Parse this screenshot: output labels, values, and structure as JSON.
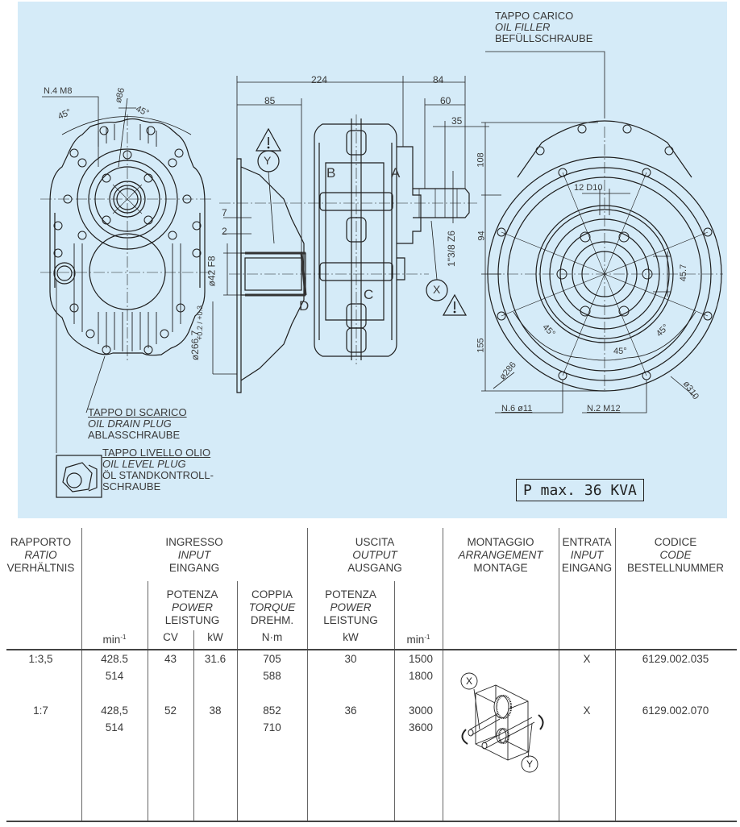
{
  "drawing": {
    "labels": {
      "oil_filler": {
        "it": "TAPPO CARICO",
        "en": "OIL FILLER",
        "de": "BEFÜLLSCHRAUBE"
      },
      "oil_drain": {
        "it": "TAPPO DI SCARICO",
        "en": "OIL DRAIN PLUG",
        "de": "ABLASSCHRAUBE"
      },
      "oil_level": {
        "it": "TAPPO LIVELLO OLIO",
        "en": "OIL LEVEL PLUG",
        "de1": "ÖL STANDKONTROLL-",
        "de2": "SCHRAUBE"
      }
    },
    "dimensions": {
      "bolt_spec_front": "N.4 M8",
      "dia_86": "ø86",
      "angle_left": "45°",
      "angle_right": "45°",
      "len_224": "224",
      "len_85": "85",
      "len_84": "84",
      "len_60": "60",
      "len_35": "35",
      "len_7": "7",
      "len_2": "2",
      "bore_42": "ø42 F8",
      "dia_266": "ø266.7",
      "tol": "+0.2 / +0.3",
      "spline": "1\"3/8 Z6",
      "h_108": "108",
      "h_94": "94",
      "h_155": "155",
      "key_12": "12 D10",
      "key_45_7": "45.7",
      "dia_286": "ø286",
      "dia_310": "ø310",
      "holes_n6": "N.6 ø11",
      "holes_n2": "N.2 M12",
      "angle_a": "45°",
      "angle_b": "45°",
      "angle_c": "45°"
    },
    "markers": {
      "x": "X",
      "y": "Y",
      "a": "A",
      "b": "B",
      "c": "C",
      "d": "D"
    },
    "power_max": "P max. 36 KVA"
  },
  "table": {
    "headers": {
      "ratio": {
        "it": "RAPPORTO",
        "en": "RATIO",
        "de": "VERHÄLTNIS"
      },
      "input": {
        "it": "INGRESSO",
        "en": "INPUT",
        "de": "EINGANG"
      },
      "output": {
        "it": "USCITA",
        "en": "OUTPUT",
        "de": "AUSGANG"
      },
      "arrangement": {
        "it": "MONTAGGIO",
        "en": "ARRANGEMENT",
        "de": "MONTAGE"
      },
      "entry": {
        "it": "ENTRATA",
        "en": "INPUT",
        "de": "EINGANG"
      },
      "code": {
        "it": "CODICE",
        "en": "CODE",
        "de": "BESTELLNUMMER"
      },
      "in_power": {
        "it": "POTENZA",
        "en": "POWER",
        "de": "LEISTUNG"
      },
      "in_torque": {
        "it": "COPPIA",
        "en": "TORQUE",
        "de": "DREHM."
      },
      "out_power": {
        "it": "POTENZA",
        "en": "POWER",
        "de": "LEISTUNG"
      }
    },
    "units": {
      "in_speed": "min",
      "in_speed_exp": "-1",
      "cv": "CV",
      "kw": "kW",
      "nm": "N·m",
      "out_kw": "kW",
      "out_speed": "min",
      "out_speed_exp": "-1"
    },
    "rows": [
      {
        "ratio": "1:3,5",
        "in_speed": [
          "428.5",
          "514"
        ],
        "cv": "43",
        "kw": "31.6",
        "torque": [
          "705",
          "588"
        ],
        "out_kw": "30",
        "out_speed": [
          "1500",
          "1800"
        ],
        "entry": "X",
        "code": "6129.002.035"
      },
      {
        "ratio": "1:7",
        "in_speed": [
          "428,5",
          "514"
        ],
        "cv": "52",
        "kw": "38",
        "torque": [
          "852",
          "710"
        ],
        "out_kw": "36",
        "out_speed": [
          "3000",
          "3600"
        ],
        "entry": "X",
        "code": "6129.002.070"
      }
    ],
    "arrangement_markers": {
      "x": "X",
      "y": "Y"
    }
  }
}
